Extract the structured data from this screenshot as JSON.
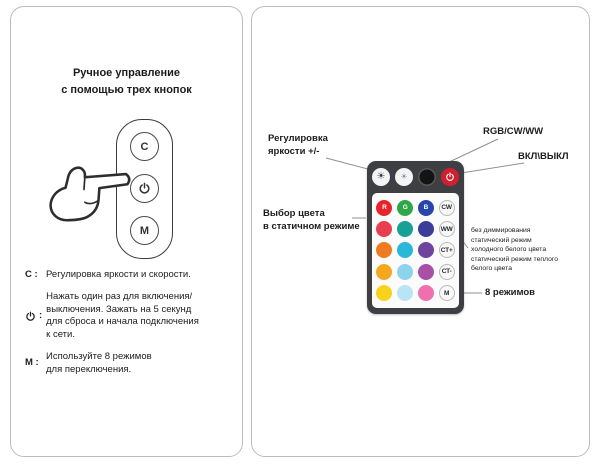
{
  "page": {
    "background": "#ffffff",
    "panel_border": "#b9bdc2",
    "callout_line_color": "#8e9196"
  },
  "left_panel": {
    "title": "Ручное управление\nс помощью трех кнопок",
    "controller": {
      "buttons": [
        {
          "name": "c",
          "label": "C"
        },
        {
          "name": "power",
          "icon": "power"
        },
        {
          "name": "m",
          "label": "M"
        }
      ]
    },
    "key_suffix": ":",
    "instructions": [
      {
        "key": "C",
        "text": "Регулировка яркости и скорости."
      },
      {
        "key_icon": "power",
        "text": "Нажать один раз для включения/\nвыключения. Зажать на 5 секунд\nдля сброса и начала подключения\nк сети."
      },
      {
        "key": "M",
        "text": "Используйте 8 режимов\nдля переключения."
      }
    ]
  },
  "right_panel": {
    "labels": {
      "brightness": "Регулировка\nяркости +/-",
      "rgb_cw_ww": "RGB/CW/WW",
      "power": "ВКЛ\\ВЫКЛ",
      "color_select": "Выбор цвета\nв статичном режиме",
      "white_modes": "без диммирования\nстатический режим\nхолодного белого цвета\nстатический режим теплого\nбелого цвета",
      "modes": "8 режимов"
    },
    "remote": {
      "body_color": "#3e3f43",
      "top_row": [
        {
          "name": "brightness-up",
          "type": "sun",
          "bg": "#f4f4f4",
          "glyph": "☀",
          "glyph_color": "#3a3a3a",
          "glyph_size": "10px"
        },
        {
          "name": "brightness-down",
          "type": "sun",
          "bg": "#f4f4f4",
          "glyph": "☀",
          "glyph_color": "#8a8a8a",
          "glyph_size": "8px"
        },
        {
          "name": "rgb-mode",
          "type": "dark",
          "bg": "#141414"
        },
        {
          "name": "power",
          "type": "power",
          "bg": "#cf2030",
          "glyph_color": "#ffffff"
        }
      ],
      "grid": [
        [
          {
            "color": "#e6252b",
            "label": "R"
          },
          {
            "color": "#2fa748",
            "label": "G"
          },
          {
            "color": "#2746aa",
            "label": "B"
          },
          {
            "color": "#f8f8f8",
            "label": "CW",
            "text_color": "#2b2b2b",
            "border": "#b9b9b9",
            "name": "cw"
          }
        ],
        [
          {
            "color": "#e93e4d"
          },
          {
            "color": "#16a096"
          },
          {
            "color": "#3b3e98"
          },
          {
            "color": "#f8f8f8",
            "label": "WW",
            "text_color": "#2b2b2b",
            "border": "#b9b9b9",
            "name": "ww"
          }
        ],
        [
          {
            "color": "#ee7b22"
          },
          {
            "color": "#2ab8d8"
          },
          {
            "color": "#6f449f"
          },
          {
            "color": "#f8f8f8",
            "label": "CT+",
            "text_color": "#2b2b2b",
            "border": "#b9b9b9",
            "name": "ct-plus"
          }
        ],
        [
          {
            "color": "#f5a71e"
          },
          {
            "color": "#8ed3ee"
          },
          {
            "color": "#a750a5"
          },
          {
            "color": "#f8f8f8",
            "label": "CT-",
            "text_color": "#2b2b2b",
            "border": "#b9b9b9",
            "name": "ct-minus"
          }
        ],
        [
          {
            "color": "#f8d31b"
          },
          {
            "color": "#b9e4f6"
          },
          {
            "color": "#ef70ad"
          },
          {
            "color": "#f8f8f8",
            "label": "M",
            "text_color": "#2b2b2b",
            "border": "#b9b9b9",
            "name": "m"
          }
        ]
      ]
    }
  }
}
